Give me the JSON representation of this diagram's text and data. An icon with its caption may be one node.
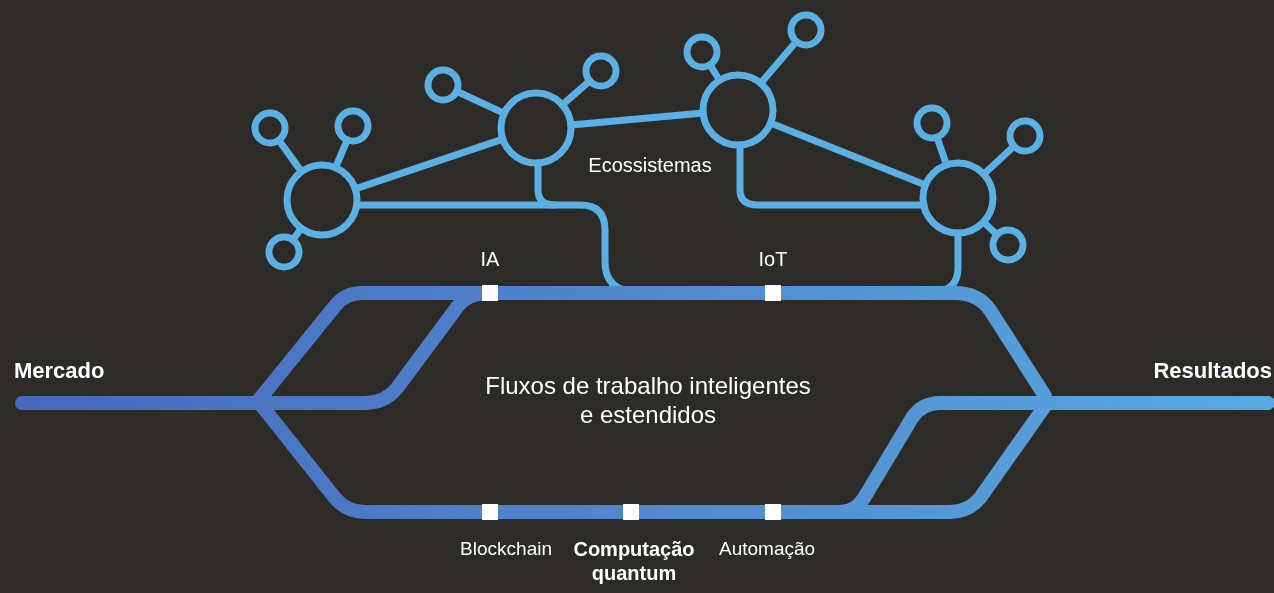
{
  "diagram": {
    "labels": [
      "Ecossistemas",
      "IA",
      "IoT",
      "Mercado",
      "Resultados",
      "Fluxos de trabalho inteligentes e estendidos",
      "Blockchain",
      "Computação quantum",
      "Automação"
    ]
  }
}
